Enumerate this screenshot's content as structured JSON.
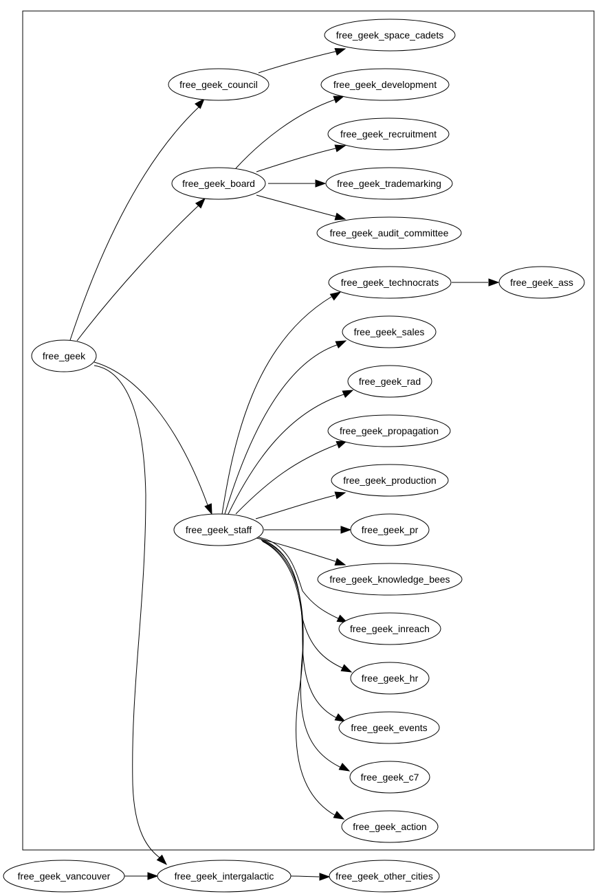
{
  "diagram": {
    "type": "directed-graph",
    "colors": {
      "stroke": "#000000",
      "fill": "#ffffff",
      "text": "#000000"
    },
    "cluster": {
      "members": [
        "free_geek",
        "free_geek_council",
        "free_geek_board",
        "free_geek_staff",
        "free_geek_space_cadets",
        "free_geek_development",
        "free_geek_recruitment",
        "free_geek_trademarking",
        "free_geek_audit_committee",
        "free_geek_technocrats",
        "free_geek_ass",
        "free_geek_sales",
        "free_geek_rad",
        "free_geek_propagation",
        "free_geek_production",
        "free_geek_pr",
        "free_geek_knowledge_bees",
        "free_geek_inreach",
        "free_geek_hr",
        "free_geek_events",
        "free_geek_c7",
        "free_geek_action"
      ]
    },
    "nodes": [
      {
        "id": "free_geek",
        "label": "free_geek"
      },
      {
        "id": "free_geek_council",
        "label": "free_geek_council"
      },
      {
        "id": "free_geek_board",
        "label": "free_geek_board"
      },
      {
        "id": "free_geek_staff",
        "label": "free_geek_staff"
      },
      {
        "id": "free_geek_space_cadets",
        "label": "free_geek_space_cadets"
      },
      {
        "id": "free_geek_development",
        "label": "free_geek_development"
      },
      {
        "id": "free_geek_recruitment",
        "label": "free_geek_recruitment"
      },
      {
        "id": "free_geek_trademarking",
        "label": "free_geek_trademarking"
      },
      {
        "id": "free_geek_audit_committee",
        "label": "free_geek_audit_committee"
      },
      {
        "id": "free_geek_technocrats",
        "label": "free_geek_technocrats"
      },
      {
        "id": "free_geek_ass",
        "label": "free_geek_ass"
      },
      {
        "id": "free_geek_sales",
        "label": "free_geek_sales"
      },
      {
        "id": "free_geek_rad",
        "label": "free_geek_rad"
      },
      {
        "id": "free_geek_propagation",
        "label": "free_geek_propagation"
      },
      {
        "id": "free_geek_production",
        "label": "free_geek_production"
      },
      {
        "id": "free_geek_pr",
        "label": "free_geek_pr"
      },
      {
        "id": "free_geek_knowledge_bees",
        "label": "free_geek_knowledge_bees"
      },
      {
        "id": "free_geek_inreach",
        "label": "free_geek_inreach"
      },
      {
        "id": "free_geek_hr",
        "label": "free_geek_hr"
      },
      {
        "id": "free_geek_events",
        "label": "free_geek_events"
      },
      {
        "id": "free_geek_c7",
        "label": "free_geek_c7"
      },
      {
        "id": "free_geek_action",
        "label": "free_geek_action"
      },
      {
        "id": "free_geek_vancouver",
        "label": "free_geek_vancouver"
      },
      {
        "id": "free_geek_intergalactic",
        "label": "free_geek_intergalactic"
      },
      {
        "id": "free_geek_other_cities",
        "label": "free_geek_other_cities"
      }
    ],
    "edges": [
      {
        "from": "free_geek",
        "to": "free_geek_council"
      },
      {
        "from": "free_geek",
        "to": "free_geek_board"
      },
      {
        "from": "free_geek",
        "to": "free_geek_staff"
      },
      {
        "from": "free_geek",
        "to": "free_geek_intergalactic"
      },
      {
        "from": "free_geek_council",
        "to": "free_geek_space_cadets"
      },
      {
        "from": "free_geek_board",
        "to": "free_geek_development"
      },
      {
        "from": "free_geek_board",
        "to": "free_geek_recruitment"
      },
      {
        "from": "free_geek_board",
        "to": "free_geek_trademarking"
      },
      {
        "from": "free_geek_board",
        "to": "free_geek_audit_committee"
      },
      {
        "from": "free_geek_technocrats",
        "to": "free_geek_ass"
      },
      {
        "from": "free_geek_staff",
        "to": "free_geek_technocrats"
      },
      {
        "from": "free_geek_staff",
        "to": "free_geek_sales"
      },
      {
        "from": "free_geek_staff",
        "to": "free_geek_rad"
      },
      {
        "from": "free_geek_staff",
        "to": "free_geek_propagation"
      },
      {
        "from": "free_geek_staff",
        "to": "free_geek_production"
      },
      {
        "from": "free_geek_staff",
        "to": "free_geek_pr"
      },
      {
        "from": "free_geek_staff",
        "to": "free_geek_knowledge_bees"
      },
      {
        "from": "free_geek_staff",
        "to": "free_geek_inreach"
      },
      {
        "from": "free_geek_staff",
        "to": "free_geek_hr"
      },
      {
        "from": "free_geek_staff",
        "to": "free_geek_events"
      },
      {
        "from": "free_geek_staff",
        "to": "free_geek_c7"
      },
      {
        "from": "free_geek_staff",
        "to": "free_geek_action"
      },
      {
        "from": "free_geek_vancouver",
        "to": "free_geek_intergalactic"
      },
      {
        "from": "free_geek_intergalactic",
        "to": "free_geek_other_cities"
      }
    ]
  }
}
